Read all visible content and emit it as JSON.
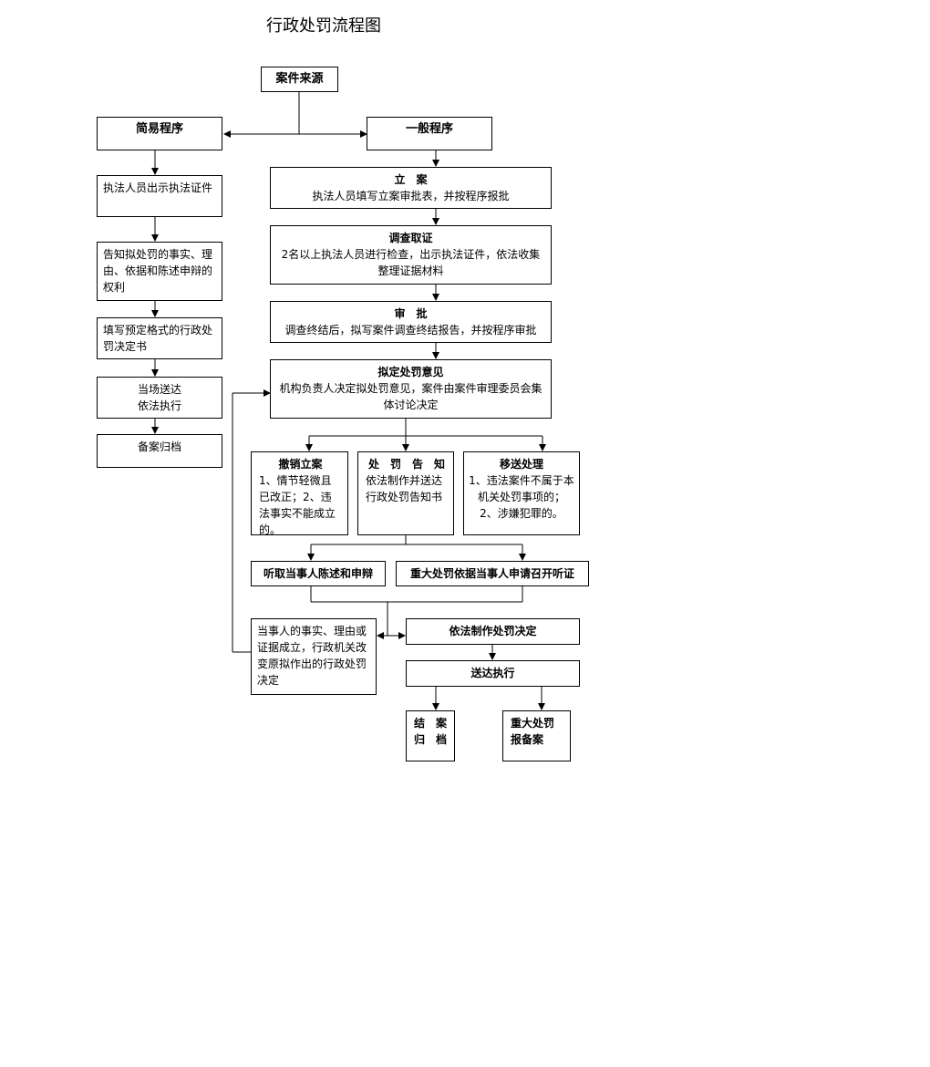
{
  "title": "行政处罚流程图",
  "nodes": {
    "source": {
      "label": "案件来源"
    },
    "simple": {
      "label": "简易程序"
    },
    "general": {
      "label": "一般程序"
    },
    "s1": {
      "text": "执法人员出示执法证件"
    },
    "s2": {
      "text": "告知拟处罚的事实、理由、依据和陈述申辩的权利"
    },
    "s3": {
      "text": "填写预定格式的行政处罚决定书"
    },
    "s4": {
      "line1": "当场送达",
      "line2": "依法执行"
    },
    "s5": {
      "text": "备案归档"
    },
    "g1": {
      "title": "立　案",
      "text": "执法人员填写立案审批表，并按程序报批"
    },
    "g2": {
      "title": "调查取证",
      "text": "2名以上执法人员进行检查，出示执法证件，依法收集整理证据材料"
    },
    "g3": {
      "title": "审　批",
      "text": "调查终结后，拟写案件调查终结报告，并按程序审批"
    },
    "g4": {
      "title": "拟定处罚意见",
      "text": "机构负责人决定拟处罚意见，案件由案件审理委员会集体讨论决定"
    },
    "cancel": {
      "title": "撤销立案",
      "text": "1、情节轻微且已改正；2、违法事实不能成立的。"
    },
    "notice": {
      "title": "处　罚　告　知",
      "text": "依法制作并送达行政处罚告知书"
    },
    "transfer": {
      "title": "移送处理",
      "line1": "1、违法案件不属于本机关处罚事项的；",
      "line2": "2、涉嫌犯罪的。"
    },
    "defense": {
      "label": "听取当事人陈述和申辩"
    },
    "hearing": {
      "label": "重大处罚依据当事人申请召开听证"
    },
    "change": {
      "text": "当事人的事实、理由或证据成立，行政机关改变原拟作出的行政处罚决定"
    },
    "decision": {
      "label": "依法制作处罚决定"
    },
    "execute": {
      "label": "送达执行"
    },
    "archive": {
      "line1": "结　案",
      "line2": "归　档"
    },
    "record": {
      "line1": "重大处罚",
      "line2": "报备案"
    }
  }
}
